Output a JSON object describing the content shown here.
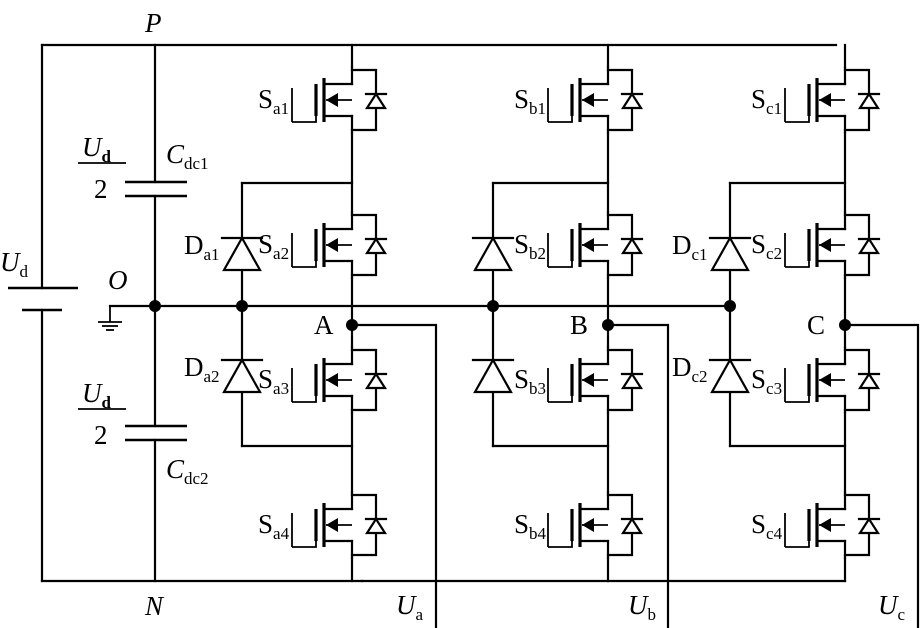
{
  "nodes": {
    "P": "P",
    "N": "N",
    "O": "O"
  },
  "source": {
    "main": "U",
    "sub": "d"
  },
  "capacitors": {
    "c1": {
      "main": "C",
      "sub": "dc1"
    },
    "c2": {
      "main": "C",
      "sub": "dc2"
    },
    "half_voltage": {
      "numerator": "U",
      "numerator_sub": "d",
      "denominator": "2"
    }
  },
  "legs": [
    {
      "id": "a",
      "node": "A",
      "output": {
        "main": "U",
        "sub": "a"
      },
      "switches": [
        {
          "main": "S",
          "sub": "a1"
        },
        {
          "main": "S",
          "sub": "a2"
        },
        {
          "main": "S",
          "sub": "a3"
        },
        {
          "main": "S",
          "sub": "a4"
        }
      ],
      "diodes": [
        {
          "main": "D",
          "sub": "a1"
        },
        {
          "main": "D",
          "sub": "a2"
        }
      ]
    },
    {
      "id": "b",
      "node": "B",
      "output": {
        "main": "U",
        "sub": "b"
      },
      "switches": [
        {
          "main": "S",
          "sub": "b1"
        },
        {
          "main": "S",
          "sub": "b2"
        },
        {
          "main": "S",
          "sub": "b3"
        },
        {
          "main": "S",
          "sub": "b4"
        }
      ],
      "diodes": []
    },
    {
      "id": "c",
      "node": "C",
      "output": {
        "main": "U",
        "sub": "c"
      },
      "switches": [
        {
          "main": "S",
          "sub": "c1"
        },
        {
          "main": "S",
          "sub": "c2"
        },
        {
          "main": "S",
          "sub": "c3"
        },
        {
          "main": "S",
          "sub": "c4"
        }
      ],
      "diodes": [
        {
          "main": "D",
          "sub": "c1"
        },
        {
          "main": "D",
          "sub": "c2"
        }
      ]
    }
  ]
}
